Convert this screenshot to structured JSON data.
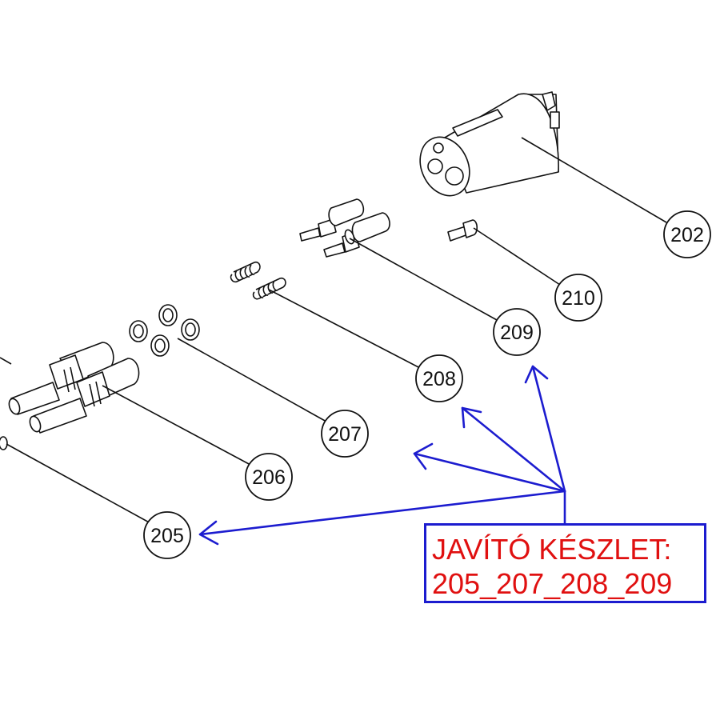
{
  "callouts": [
    {
      "number": "202"
    },
    {
      "number": "210"
    },
    {
      "number": "209"
    },
    {
      "number": "208"
    },
    {
      "number": "207"
    },
    {
      "number": "206"
    },
    {
      "number": "205"
    }
  ],
  "kit": {
    "title": "JAVÍTÓ KÉSZLET:",
    "parts": "205_207_208_209"
  },
  "colors": {
    "arrow": "#1c1ccf",
    "kit_text": "#e01010",
    "kit_border": "#1c1ccf",
    "line": "#111111"
  }
}
